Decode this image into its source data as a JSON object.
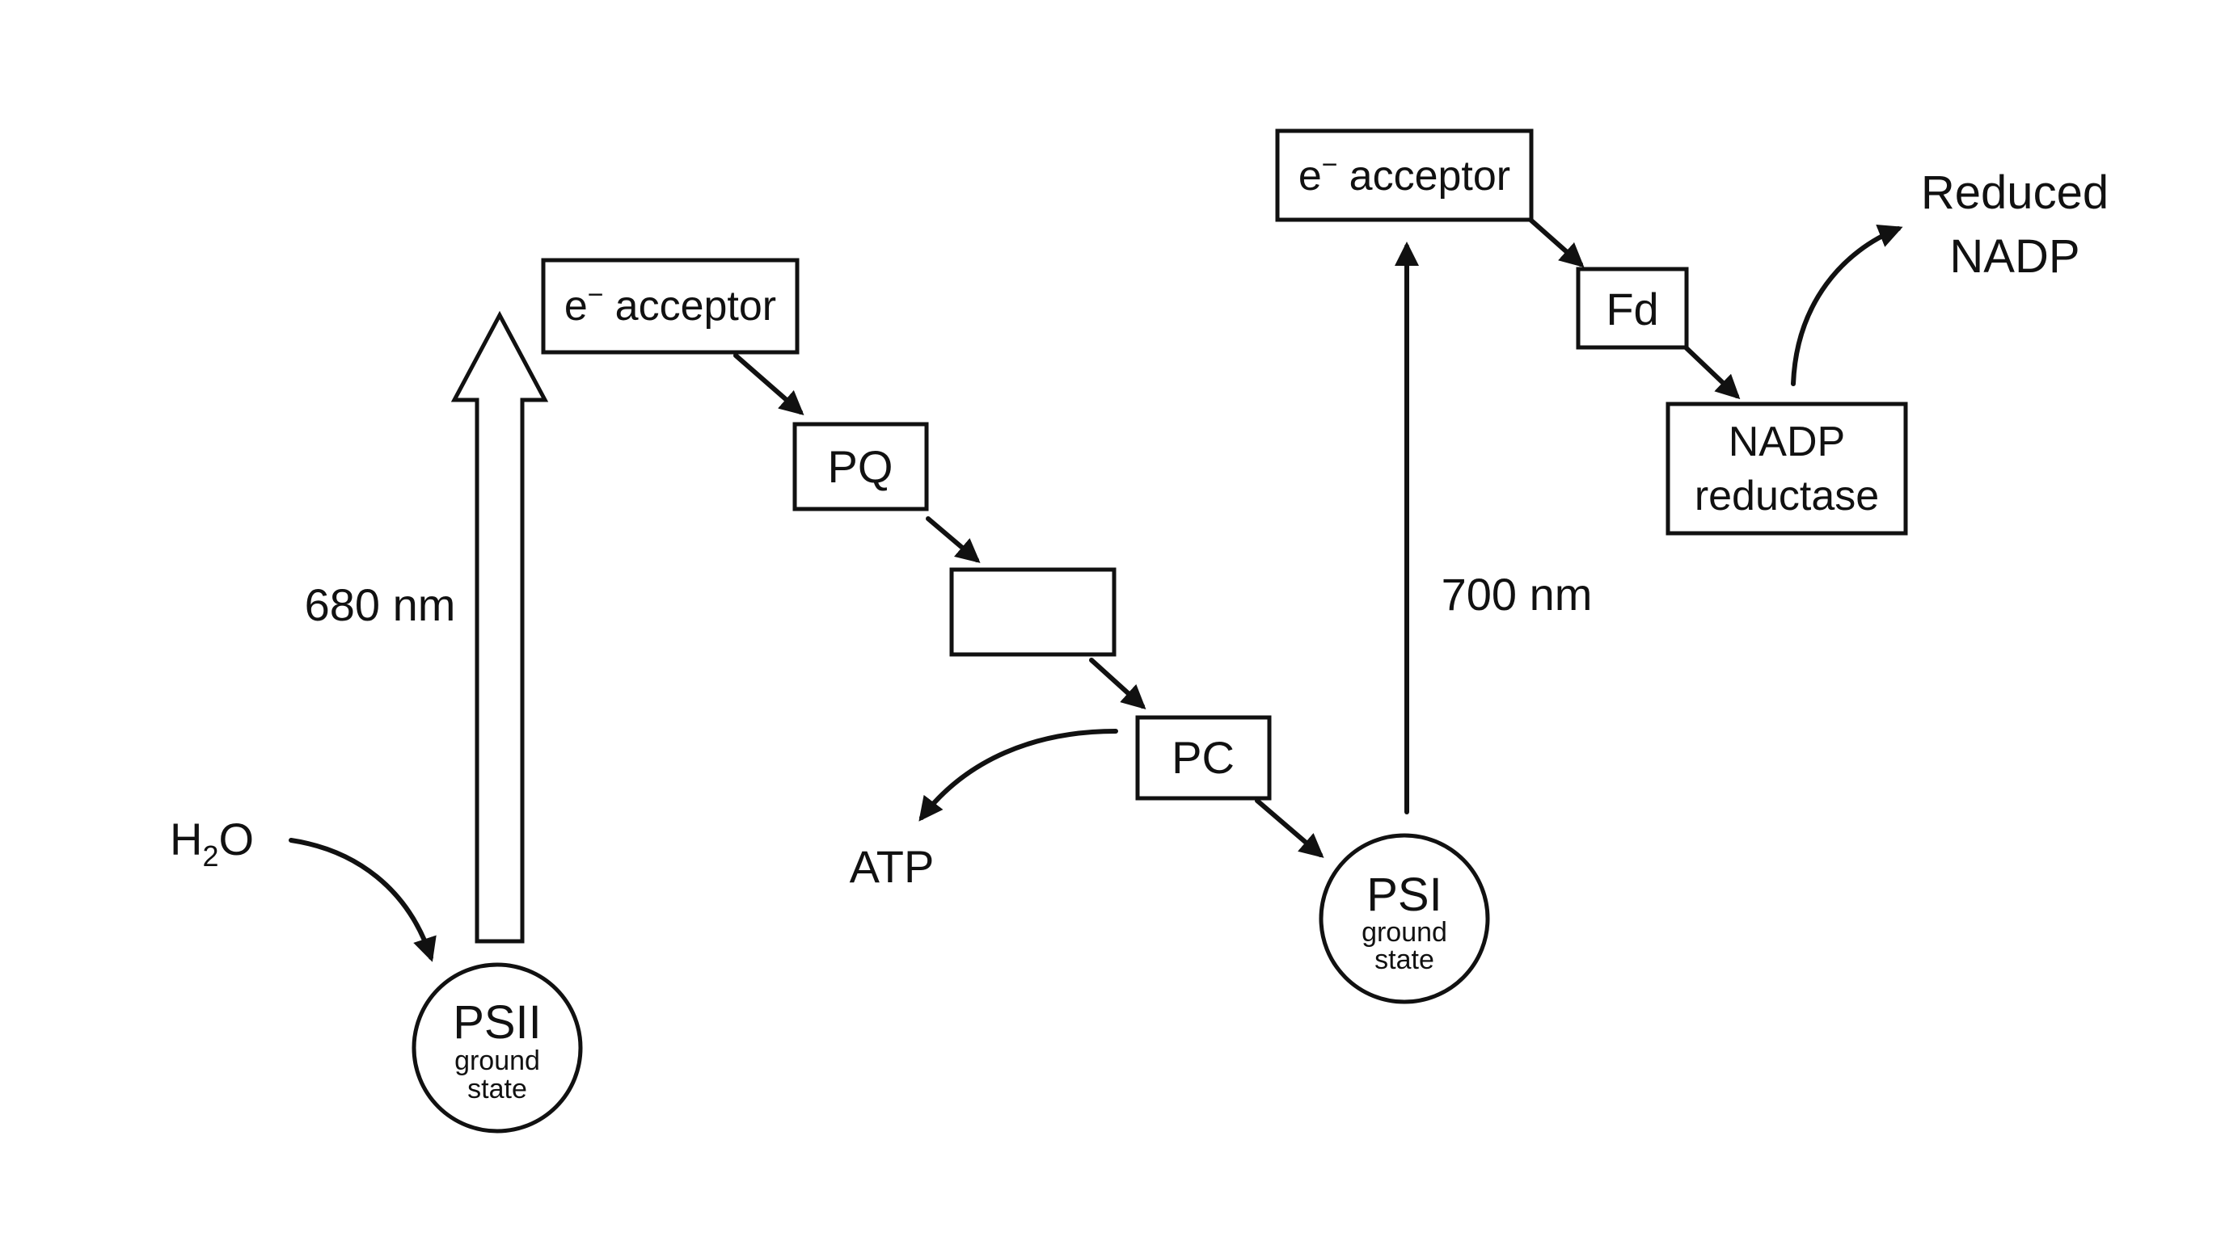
{
  "colors": {
    "ink": "#111111",
    "background": "#ffffff"
  },
  "electron_acceptor_label": {
    "base": "e",
    "superscript": "−",
    "word": "acceptor"
  },
  "ps2": {
    "name": "PSII",
    "line1": "ground",
    "line2": "state"
  },
  "ps1": {
    "name": "PSI",
    "line1": "ground",
    "line2": "state"
  },
  "carriers": {
    "pq": "PQ",
    "blank": "",
    "pc": "PC",
    "fd": "Fd"
  },
  "nadp_reductase": {
    "line1": "NADP",
    "line2": "reductase"
  },
  "outputs": {
    "atp": "ATP",
    "reduced_line1": "Reduced",
    "reduced_line2": "NADP"
  },
  "inputs": {
    "water": {
      "h": "H",
      "subscript": "2",
      "o": "O"
    }
  },
  "wavelengths": {
    "ps2": "680 nm",
    "ps1": "700 nm"
  }
}
